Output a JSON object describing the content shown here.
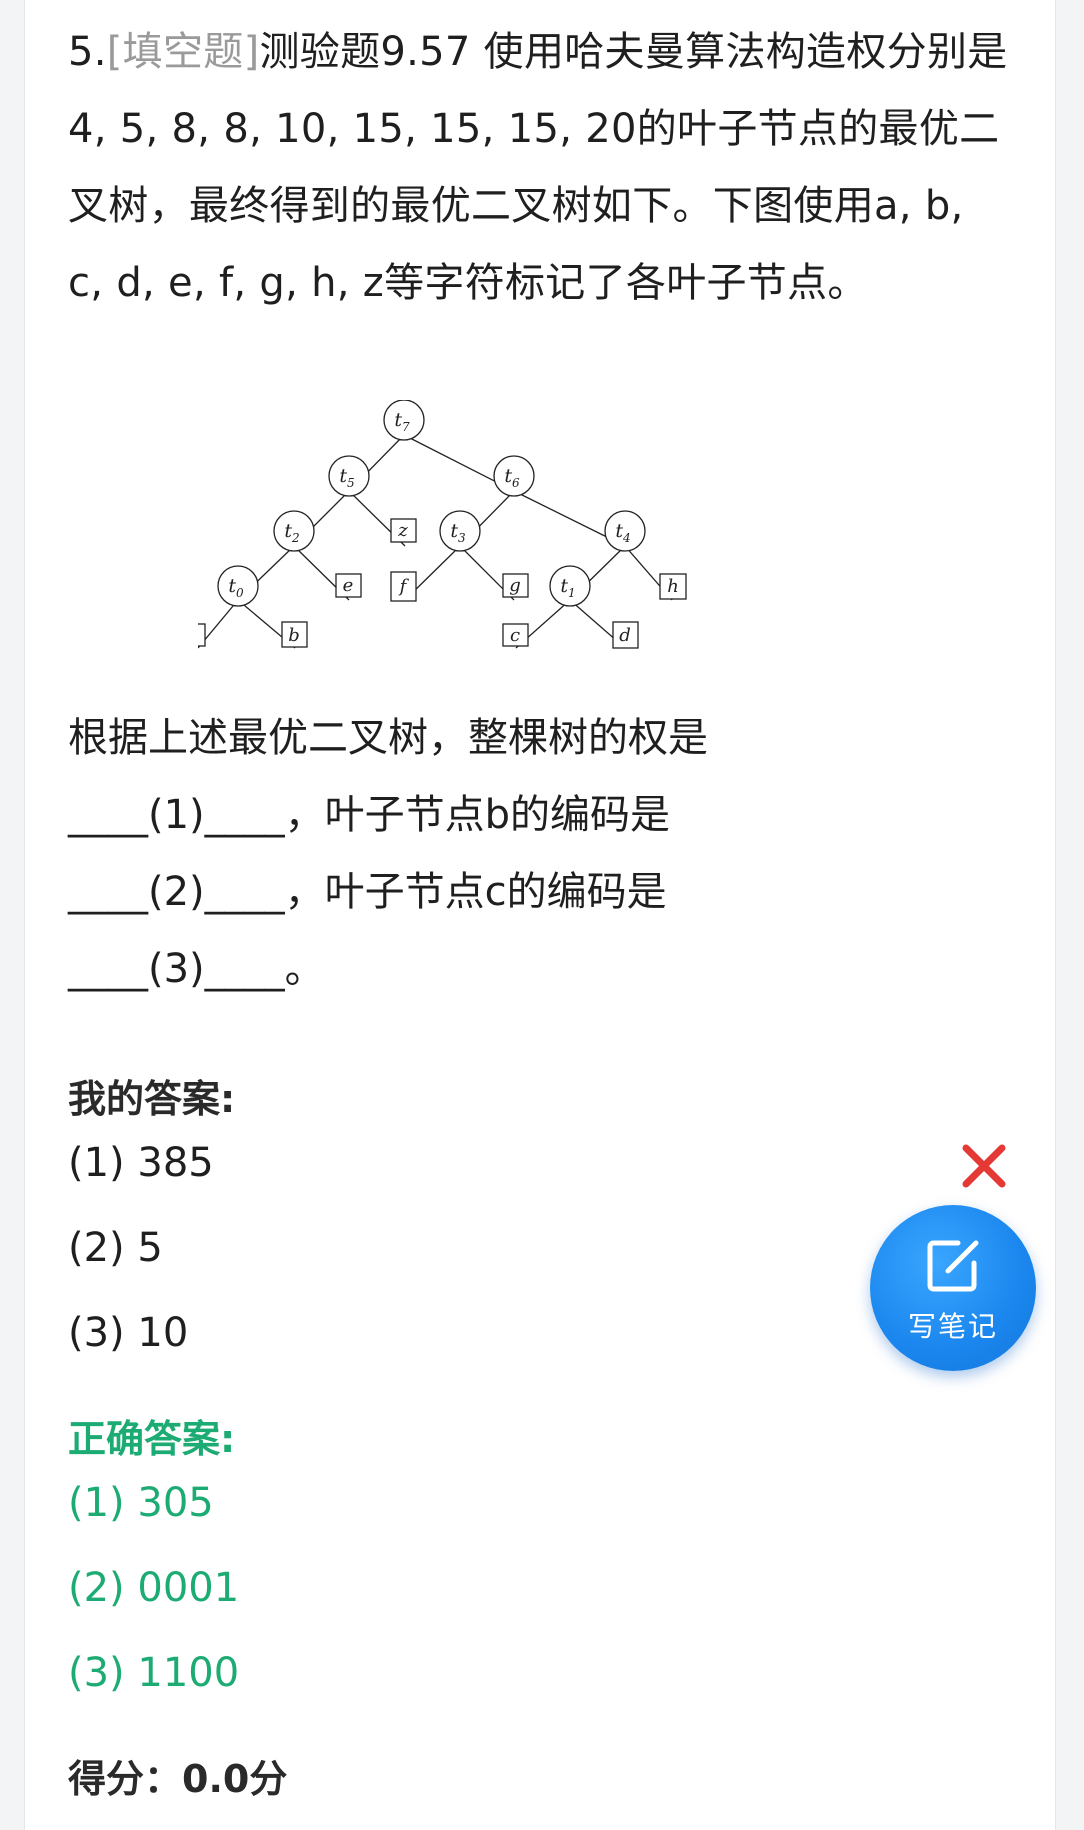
{
  "question": {
    "number": "5.",
    "type": "[填空题]",
    "text": "测验题9.57 使用哈夫曼算法构造权分别是4, 5, 8, 8, 10, 15, 15, 15, 20的叶子节点的最优二叉树，最终得到的最优二叉树如下。下图使用a, b, c, d, e, f, g, h, z等字符标记了各叶子节点。"
  },
  "tree": {
    "internal_nodes": [
      "t",
      "t",
      "t",
      "t",
      "t",
      "t",
      "t",
      "t"
    ],
    "internal_subscripts": [
      "7",
      "5",
      "6",
      "2",
      "3",
      "4",
      "0",
      "1"
    ],
    "leaves": [
      "z",
      "e",
      "f",
      "g",
      "h",
      "a",
      "b",
      "c",
      "d"
    ]
  },
  "prompt": {
    "line1": "根据上述最优二叉树，整棵树的权是",
    "line2": "____(1)____，叶子节点b的编码是",
    "line3": "____(2)____，叶子节点c的编码是",
    "line4": "____(3)____。"
  },
  "my_answer": {
    "title": "我的答案:",
    "items": [
      "(1) 385",
      "(2) 5",
      "(3) 10"
    ]
  },
  "correct_answer": {
    "title": "正确答案:",
    "items": [
      "(1) 305",
      "(2) 0001",
      "(3) 1100"
    ]
  },
  "score": "得分：0.0分",
  "note_button": {
    "label": "写笔记",
    "icon": "edit-icon"
  },
  "status_icon": "wrong-x-icon",
  "colors": {
    "correct": "#1dab74",
    "wrong": "#e53935",
    "note_button": "#1a86ee",
    "type_tag": "#9a9a9a"
  }
}
